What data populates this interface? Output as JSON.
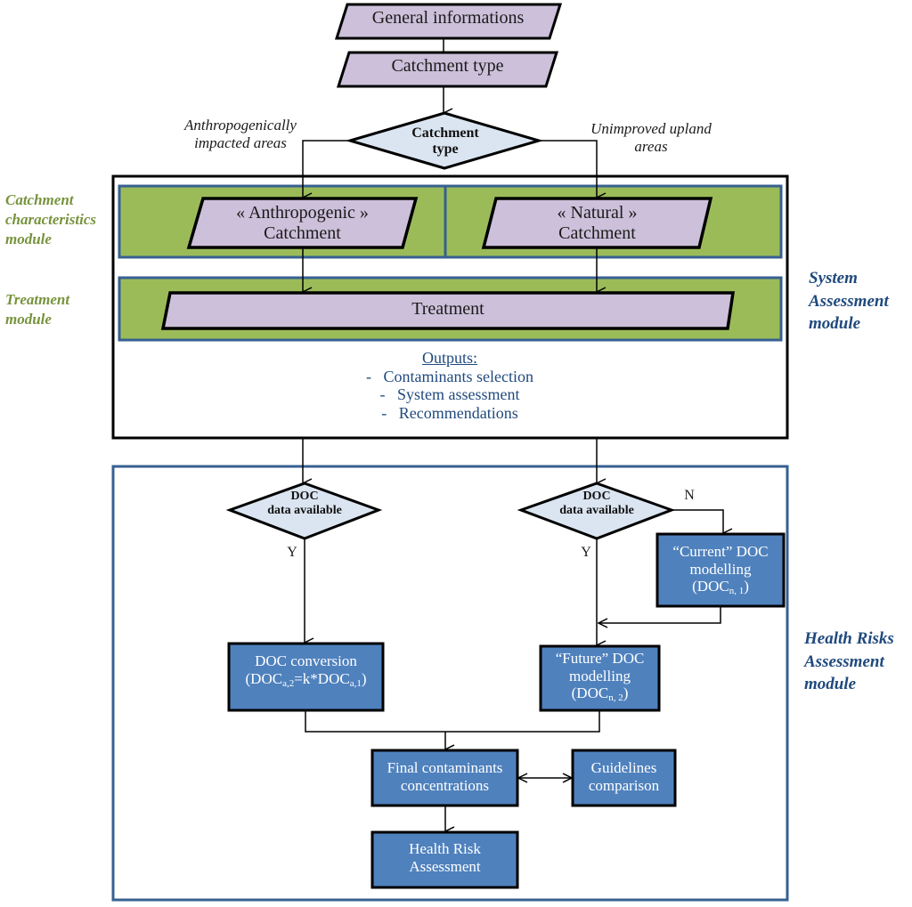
{
  "diagram": {
    "colors": {
      "parallelogram_fill": "#ccc0da",
      "decision_fill": "#dbe5f1",
      "process_fill": "#4f81bd",
      "module_band_fill": "#9bbb59",
      "module_band_border": "#376092",
      "module_green_text": "#77933c",
      "module_blue_text": "#1f497d",
      "outputs_text": "#1f497d"
    },
    "top": {
      "general_info": "General informations",
      "catchment_type_input": "Catchment type",
      "decision": {
        "line1": "Catchment",
        "line2": "type"
      },
      "branch_left": {
        "line1": "Anthropogenically",
        "line2": "impacted areas"
      },
      "branch_right": {
        "line1": "Unimproved upland",
        "line2": "areas"
      }
    },
    "system_assessment": {
      "module_label": {
        "line1": "System",
        "line2": "Assessment",
        "line3": "module"
      },
      "catchment_module_label": {
        "line1": "Catchment",
        "line2": "characteristics",
        "line3": "module"
      },
      "treatment_module_label": {
        "line1": "Treatment",
        "line2": "module"
      },
      "anthropogenic": {
        "line1": "« Anthropogenic »",
        "line2": "Catchment"
      },
      "natural": {
        "line1": "« Natural »",
        "line2": "Catchment"
      },
      "treatment": "Treatment",
      "outputs": {
        "title": "Outputs:",
        "items": [
          "Contaminants selection",
          "System assessment",
          "Recommendations"
        ],
        "bullet": "-"
      }
    },
    "health_risks": {
      "module_label": {
        "line1": "Health Risks",
        "line2": "Assessment",
        "line3": "module"
      },
      "decision_left": {
        "line1": "DOC",
        "line2": "data available"
      },
      "decision_right": {
        "line1": "DOC",
        "line2": "data available"
      },
      "yes_label": "Y",
      "no_label": "N",
      "doc_conversion": {
        "line1": "DOC conversion",
        "formula_pre": "(DOC",
        "sub1": "a,2",
        "formula_mid": "=k*DOC",
        "sub2": "a,1",
        "formula_post": ")"
      },
      "current_doc": {
        "line1": "“Current” DOC",
        "line2": "modelling",
        "pre": "(DOC",
        "sub": "n, 1",
        "post": ")"
      },
      "future_doc": {
        "line1": "“Future” DOC",
        "line2": "modelling",
        "pre": "(DOC",
        "sub": "n, 2",
        "post": ")"
      },
      "final_concentrations": {
        "line1": "Final contaminants",
        "line2": "concentrations"
      },
      "guidelines": {
        "line1": "Guidelines",
        "line2": "comparison"
      },
      "health_risk_assessment": {
        "line1": "Health Risk",
        "line2": "Assessment"
      }
    }
  }
}
